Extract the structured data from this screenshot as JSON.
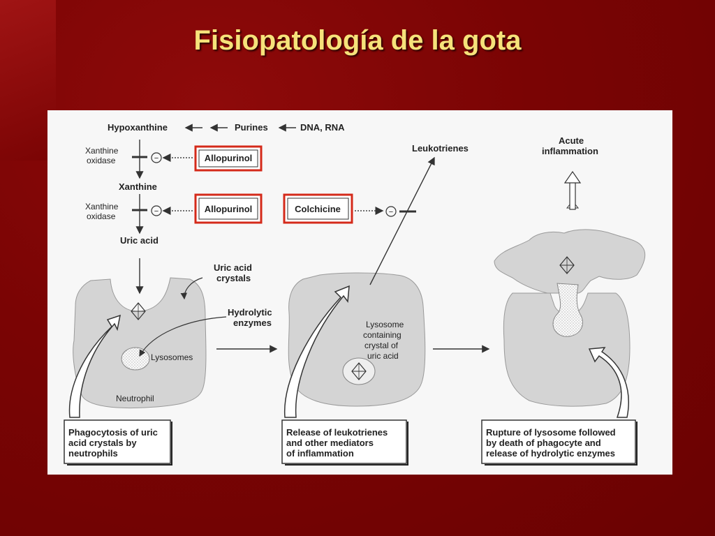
{
  "slide": {
    "title": "Fisiopatología de la gota"
  },
  "pathway": {
    "hypoxanthine": "Hypoxanthine",
    "purines": "Purines",
    "dna_rna": "DNA, RNA",
    "xanthine_oxidase_1": [
      "Xanthine",
      "oxidase"
    ],
    "xanthine": "Xanthine",
    "xanthine_oxidase_2": [
      "Xanthine",
      "oxidase"
    ],
    "uric_acid": "Uric acid",
    "allopurinol_1": "Allopurinol",
    "allopurinol_2": "Allopurinol",
    "colchicine": "Colchicine",
    "inhibit_symbol": "−"
  },
  "cells": {
    "uric_acid_crystals": [
      "Uric acid",
      "crystals"
    ],
    "hydrolytic_enzymes": [
      "Hydrolytic",
      "enzymes"
    ],
    "lysosomes": "Lysosomes",
    "neutrophil": "Neutrophil",
    "leukotrienes": "Leukotrienes",
    "lysosome_containing": [
      "Lysosome",
      "containing",
      "crystal of",
      "uric acid"
    ],
    "acute_inflammation": [
      "Acute",
      "inflammation"
    ]
  },
  "captions": {
    "step1": [
      "Phagocytosis of uric",
      "acid crystals by",
      "neutrophils"
    ],
    "step2": [
      "Release of leukotrienes",
      "and other mediators",
      "of inflammation"
    ],
    "step3": [
      "Rupture of lysosome followed",
      "by death of phagocyte and",
      "release of hydrolytic enzymes"
    ]
  },
  "colors": {
    "highlight": "#d42a1a",
    "title": "#f6e27a",
    "background": "#7a0404"
  }
}
